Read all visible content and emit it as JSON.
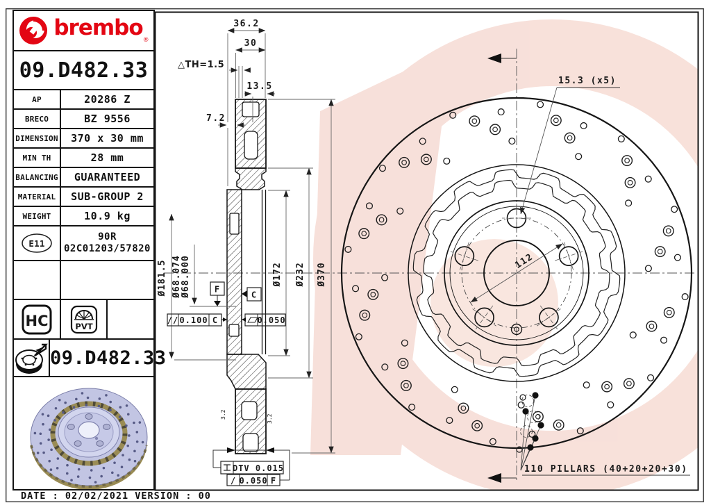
{
  "brand": {
    "logo_text": "brembo",
    "registered_mark": "®"
  },
  "header_part_number": "09.D482.33",
  "specs": [
    {
      "label": "AP",
      "value": "20286 Z"
    },
    {
      "label": "BRECO",
      "value": "BZ 9556"
    },
    {
      "label": "DIMENSION",
      "value": "370 x 30 mm"
    },
    {
      "label": "MIN TH",
      "value": "28 mm"
    },
    {
      "label": "BALANCING",
      "value": "GUARANTEED"
    },
    {
      "label": "MATERIAL",
      "value": "SUB-GROUP 2"
    },
    {
      "label": "WEIGHT",
      "value": "10.9 kg"
    }
  ],
  "homologation": {
    "badge": "E11",
    "line1": "90R",
    "line2": "02C01203/57820"
  },
  "badges": {
    "hc": "HC",
    "pvt": "PVT"
  },
  "footer_part_number": "09.D482.33",
  "footer": {
    "date_line": "DATE : 02/02/2021 VERSION : 00"
  },
  "drawing": {
    "section": {
      "dim_overall": "36.2",
      "dim_band": "30",
      "dim_min_th": "△TH=1.5",
      "dim_pad_depth": "13.5",
      "dim_offset": "7.2",
      "dia_hub_flange": "Ø181.5",
      "dia_bore_max": "Ø68.074",
      "dia_bore_min": "Ø68.000",
      "datum_f": "F",
      "datum_c": "C",
      "parallelism": {
        "symbol": "//",
        "value": "0.100",
        "datum": "C"
      },
      "flatness": {
        "symbol": "▱",
        "value": "0.050"
      },
      "dia_inner": "Ø172",
      "dia_intermediate": "Ø232",
      "dia_outer": "Ø370",
      "dtv": {
        "symbol": "⌶",
        "label": "DTV 0.015"
      },
      "runout": {
        "symbol": "/",
        "value": "0.050",
        "datum": "F"
      },
      "roughness": "3.2"
    },
    "front": {
      "bolt_holes": "15.3 (x5)",
      "pcd": "112",
      "pillars": "110 PILLARS (40+20+20+30)"
    }
  },
  "colors": {
    "brand_red": "#e30613",
    "line_black": "#161616",
    "watermark_pink": "#f6d9d1"
  }
}
